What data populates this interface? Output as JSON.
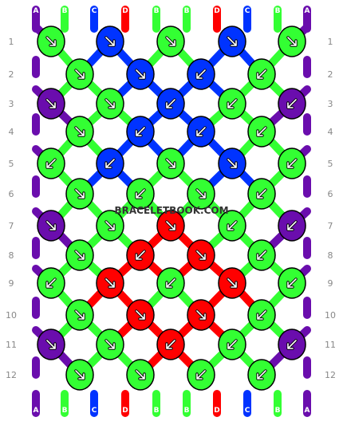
{
  "colors": {
    "A": "#6a0dad",
    "B": "#33ff33",
    "C": "#0033ff",
    "D": "#ff0000"
  },
  "top_strings": [
    "A",
    "B",
    "C",
    "D",
    "B",
    "B",
    "D",
    "C",
    "B",
    "A"
  ],
  "bottom_strings": [
    "A",
    "B",
    "C",
    "D",
    "B",
    "B",
    "D",
    "C",
    "B",
    "A"
  ],
  "rows": [
    "1",
    "2",
    "3",
    "4",
    "5",
    "6",
    "7",
    "8",
    "9",
    "10",
    "11",
    "12"
  ],
  "watermark": "BRACELETBOOK.COM",
  "knots": [
    [
      "B",
      "C",
      "B",
      "C",
      "B"
    ],
    [
      "B",
      "C",
      "C",
      "B"
    ],
    [
      "A",
      "B",
      "C",
      "B",
      "A"
    ],
    [
      "B",
      "C",
      "C",
      "B"
    ],
    [
      "B",
      "C",
      "B",
      "C",
      "B"
    ],
    [
      "B",
      "B",
      "B",
      "B"
    ],
    [
      "A",
      "B",
      "D",
      "B",
      "A"
    ],
    [
      "B",
      "D",
      "D",
      "B"
    ],
    [
      "B",
      "D",
      "B",
      "D",
      "B"
    ],
    [
      "B",
      "D",
      "D",
      "B"
    ],
    [
      "A",
      "B",
      "D",
      "B",
      "A"
    ],
    [
      "B",
      "B",
      "B",
      "B"
    ]
  ],
  "knot_dirs": [
    [
      "se",
      "se",
      "se",
      "se",
      "se"
    ],
    [
      "se",
      "se",
      "sw",
      "sw"
    ],
    [
      "se",
      "se",
      "sw",
      "sw",
      "sw"
    ],
    [
      "se",
      "sw",
      "sw",
      "sw"
    ],
    [
      "sw",
      "sw",
      "se",
      "se",
      "sw"
    ],
    [
      "se",
      "sw",
      "se",
      "sw"
    ],
    [
      "se",
      "se",
      "se",
      "sw",
      "sw"
    ],
    [
      "se",
      "sw",
      "se",
      "sw"
    ],
    [
      "sw",
      "se",
      "sw",
      "se",
      "sw"
    ],
    [
      "se",
      "se",
      "se",
      "sw"
    ],
    [
      "se",
      "se",
      "sw",
      "sw",
      "sw"
    ],
    [
      "se",
      "se",
      "sw",
      "sw"
    ]
  ]
}
